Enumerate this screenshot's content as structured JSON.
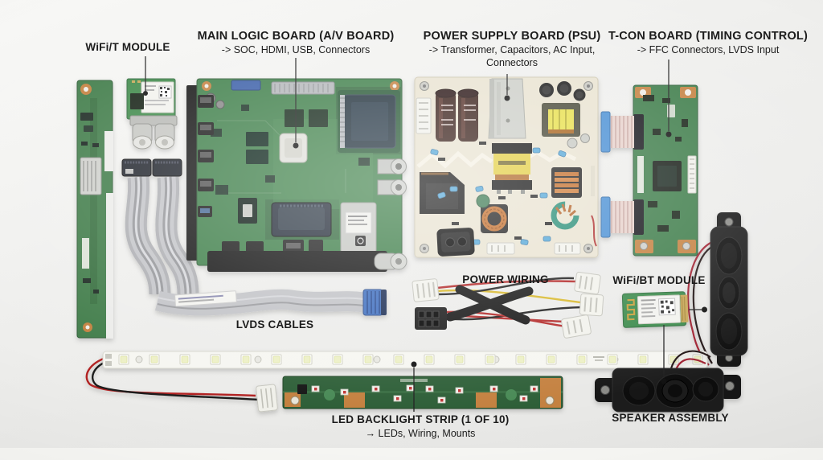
{
  "labels": {
    "wifi_t": {
      "title": "WiFi/T MODULE"
    },
    "main_logic": {
      "title": "MAIN LOGIC BOARD (A/V BOARD)",
      "subtitle": "-> SOC, HDMI, USB, Connectors"
    },
    "psu": {
      "title": "POWER SUPPLY BOARD (PSU)",
      "subtitle": "-> Transformer, Capacitors, AC Input, Connectors"
    },
    "tcon": {
      "title": "T-CON BOARD (TIMING CONTROL)",
      "subtitle": "-> FFC Connectors, LVDS Input"
    },
    "lvds": {
      "title": "LVDS CABLES"
    },
    "power_wiring": {
      "title": "POWER WIRING"
    },
    "wifi_bt": {
      "title": "WiFi/BT MODULE"
    },
    "led_strip": {
      "title": "LED BACKLIGHT STRIP (1 OF 10)",
      "subtitle": "→ LEDs, Wiring, Mounts"
    },
    "speaker": {
      "title": "SPEAKER ASSEMBLY"
    }
  },
  "colors": {
    "background": "#efefed",
    "label_text": "#1c1c1c",
    "pcb_green": "#41804b",
    "pcb_green_dark": "#2d5f38",
    "psu_board_beige": "#e9e3d1",
    "copper": "#c4702e",
    "heatsink_silver": "#cdcfc9",
    "capacitor_brown": "#3a211d",
    "transformer_yellow": "#e3cf45",
    "ribbon_gray": "#b4b5b9",
    "ffc_blue": "#4a8fd4",
    "led_strip_white": "#f6f6f1",
    "speaker_black": "#161616",
    "wire_red": "#b22626",
    "wire_yellow": "#d8b82a",
    "wire_black": "#1d1d1d"
  }
}
